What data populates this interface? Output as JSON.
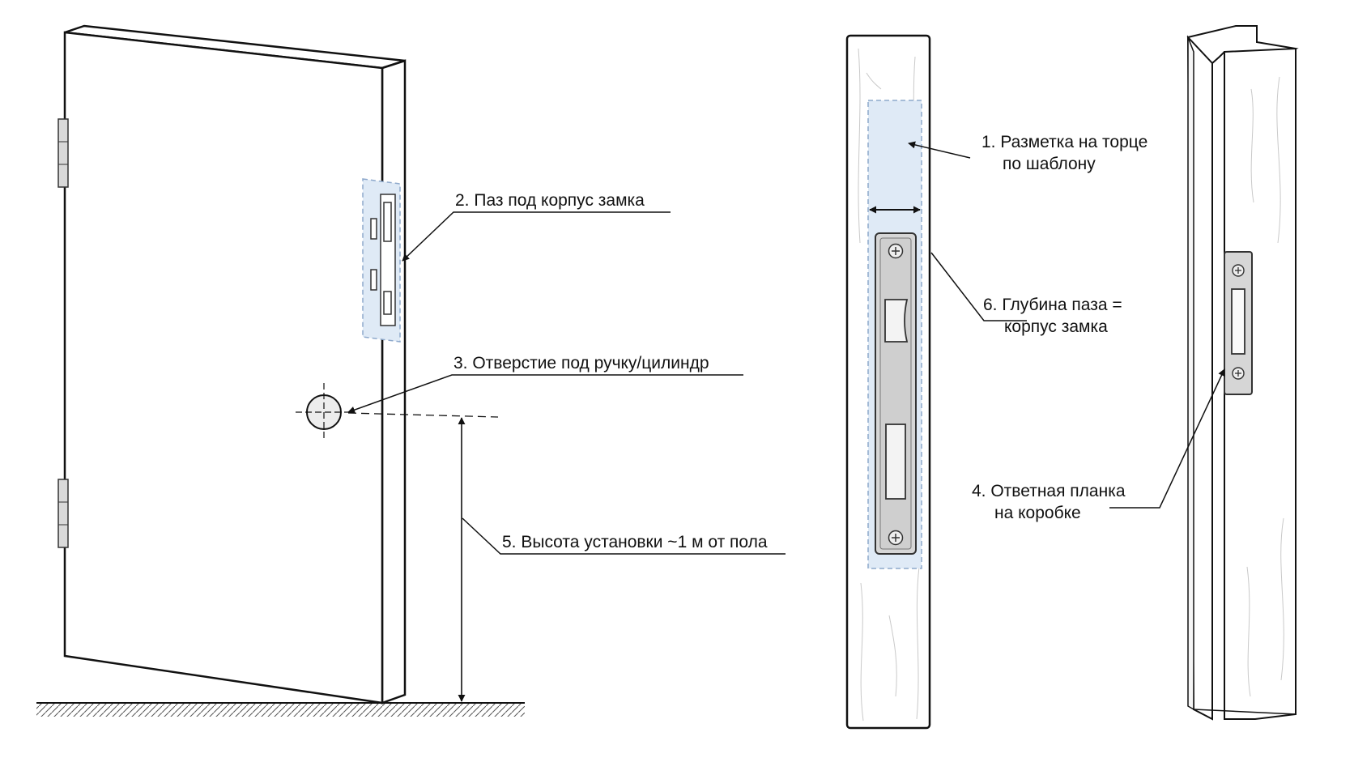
{
  "labels": {
    "l1": [
      "1. Разметка на торце",
      "по шаблону"
    ],
    "l2": [
      "2. Паз под корпус замка"
    ],
    "l3": [
      "3. Отверстие под ручку/цилиндр"
    ],
    "l4": [
      "4. Ответная планка",
      "на коробке"
    ],
    "l5": [
      "5. Высота установки ~1 м от пола"
    ],
    "l6": [
      "6. Глубина паза =",
      "корпус замка"
    ]
  },
  "colors": {
    "line": "#111111",
    "panel_fill": "#ffffff",
    "marking_fill": "#dfeaf6",
    "marking_stroke": "#8ea9cc",
    "metal_fill": "#d6d6d6",
    "metal_stroke": "#333333",
    "grain": "#c9c9c9"
  },
  "icons": {
    "screw": "cross-head-screw-icon",
    "hinge": "door-hinge-icon",
    "arrow": "arrowhead-icon"
  }
}
